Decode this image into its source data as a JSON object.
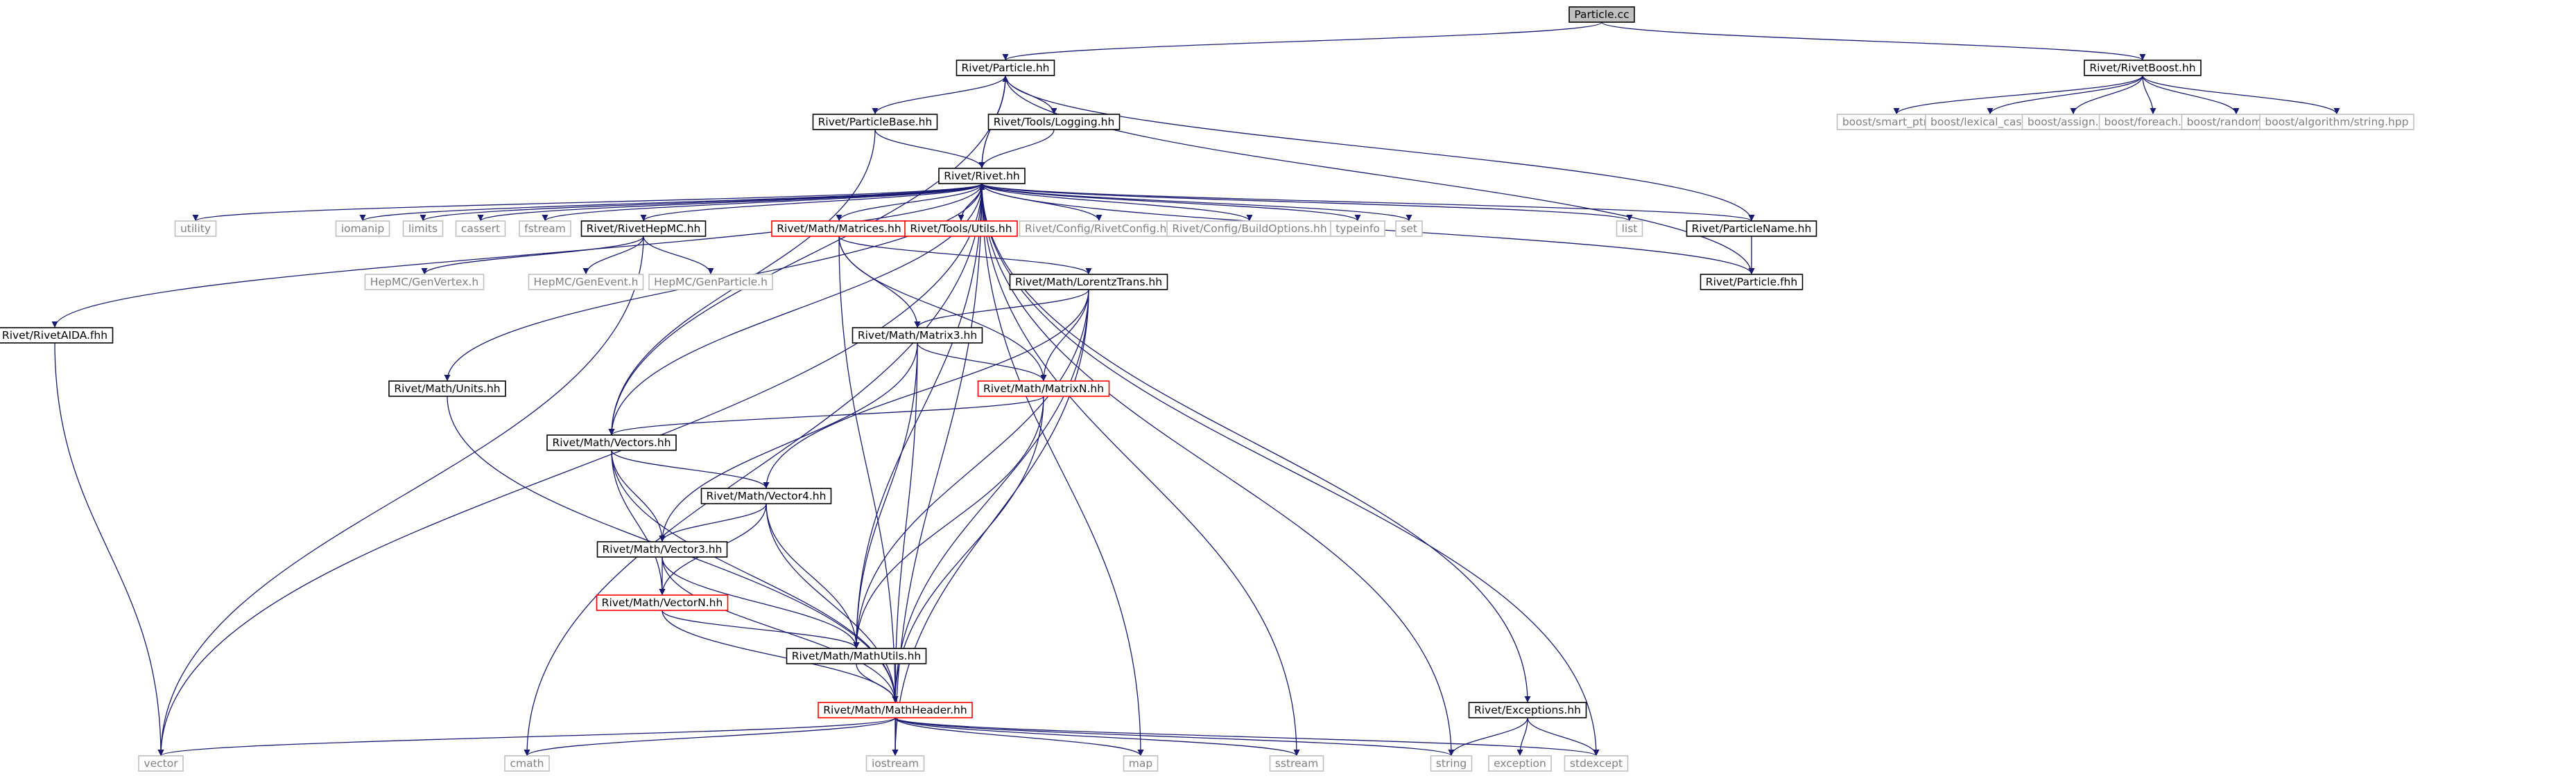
{
  "colors": {
    "edge": "#191970",
    "box_border": "#000000",
    "red_border": "#ff0000",
    "faded_border": "#c0c0c0",
    "root_fill": "#bfbfbf",
    "text": "#000000",
    "faded_text": "#7f7f7f"
  },
  "nodes": [
    {
      "id": "particle_cc",
      "label": "Particle.cc",
      "style": "root"
    },
    {
      "id": "particle_hh",
      "label": "Rivet/Particle.hh",
      "style": "box"
    },
    {
      "id": "rivetboost",
      "label": "Rivet/RivetBoost.hh",
      "style": "box"
    },
    {
      "id": "smart_ptr",
      "label": "boost/smart_ptr.hpp",
      "style": "faded"
    },
    {
      "id": "lexical_cast",
      "label": "boost/lexical_cast.hpp",
      "style": "faded"
    },
    {
      "id": "assign",
      "label": "boost/assign.hpp",
      "style": "faded"
    },
    {
      "id": "foreach",
      "label": "boost/foreach.hpp",
      "style": "faded"
    },
    {
      "id": "random",
      "label": "boost/random.hpp",
      "style": "faded"
    },
    {
      "id": "alg_string",
      "label": "boost/algorithm/string.hpp",
      "style": "faded"
    },
    {
      "id": "particlebase",
      "label": "Rivet/ParticleBase.hh",
      "style": "box"
    },
    {
      "id": "logging",
      "label": "Rivet/Tools/Logging.hh",
      "style": "box"
    },
    {
      "id": "rivet_hh",
      "label": "Rivet/Rivet.hh",
      "style": "box"
    },
    {
      "id": "utility",
      "label": "utility",
      "style": "faded"
    },
    {
      "id": "iomanip",
      "label": "iomanip",
      "style": "faded"
    },
    {
      "id": "limits",
      "label": "limits",
      "style": "faded"
    },
    {
      "id": "cassert",
      "label": "cassert",
      "style": "faded"
    },
    {
      "id": "fstream",
      "label": "fstream",
      "style": "faded"
    },
    {
      "id": "rivethepmc",
      "label": "Rivet/RivetHepMC.hh",
      "style": "box"
    },
    {
      "id": "matrices",
      "label": "Rivet/Math/Matrices.hh",
      "style": "red"
    },
    {
      "id": "utils",
      "label": "Rivet/Tools/Utils.hh",
      "style": "red"
    },
    {
      "id": "rivetconfig",
      "label": "Rivet/Config/RivetConfig.hh",
      "style": "faded"
    },
    {
      "id": "buildoptions",
      "label": "Rivet/Config/BuildOptions.hh",
      "style": "faded"
    },
    {
      "id": "typeinfo",
      "label": "typeinfo",
      "style": "faded"
    },
    {
      "id": "set",
      "label": "set",
      "style": "faded"
    },
    {
      "id": "list",
      "label": "list",
      "style": "faded"
    },
    {
      "id": "particlename",
      "label": "Rivet/ParticleName.hh",
      "style": "box"
    },
    {
      "id": "particle_fhh",
      "label": "Rivet/Particle.fhh",
      "style": "box"
    },
    {
      "id": "genvertex",
      "label": "HepMC/GenVertex.h",
      "style": "faded"
    },
    {
      "id": "genevent",
      "label": "HepMC/GenEvent.h",
      "style": "faded"
    },
    {
      "id": "genparticle",
      "label": "HepMC/GenParticle.h",
      "style": "faded"
    },
    {
      "id": "lorentz",
      "label": "Rivet/Math/LorentzTrans.hh",
      "style": "box"
    },
    {
      "id": "rivetaida",
      "label": "Rivet/RivetAIDA.fhh",
      "style": "box"
    },
    {
      "id": "matrix3",
      "label": "Rivet/Math/Matrix3.hh",
      "style": "box"
    },
    {
      "id": "units",
      "label": "Rivet/Math/Units.hh",
      "style": "box"
    },
    {
      "id": "matrixn",
      "label": "Rivet/Math/MatrixN.hh",
      "style": "red"
    },
    {
      "id": "vectors",
      "label": "Rivet/Math/Vectors.hh",
      "style": "box"
    },
    {
      "id": "vector4",
      "label": "Rivet/Math/Vector4.hh",
      "style": "box"
    },
    {
      "id": "vector3",
      "label": "Rivet/Math/Vector3.hh",
      "style": "box"
    },
    {
      "id": "vectorn",
      "label": "Rivet/Math/VectorN.hh",
      "style": "red"
    },
    {
      "id": "mathutils",
      "label": "Rivet/Math/MathUtils.hh",
      "style": "box"
    },
    {
      "id": "exceptions",
      "label": "Rivet/Exceptions.hh",
      "style": "box"
    },
    {
      "id": "mathheader",
      "label": "Rivet/Math/MathHeader.hh",
      "style": "red"
    },
    {
      "id": "vector",
      "label": "vector",
      "style": "faded"
    },
    {
      "id": "cmath",
      "label": "cmath",
      "style": "faded"
    },
    {
      "id": "iostream",
      "label": "iostream",
      "style": "faded"
    },
    {
      "id": "map",
      "label": "map",
      "style": "faded"
    },
    {
      "id": "sstream",
      "label": "sstream",
      "style": "faded"
    },
    {
      "id": "string",
      "label": "string",
      "style": "faded"
    },
    {
      "id": "exception",
      "label": "exception",
      "style": "faded"
    },
    {
      "id": "stdexcept",
      "label": "stdexcept",
      "style": "faded"
    }
  ],
  "edges": [
    [
      "particle_cc",
      "particle_hh"
    ],
    [
      "particle_cc",
      "rivetboost"
    ],
    [
      "rivetboost",
      "smart_ptr"
    ],
    [
      "rivetboost",
      "lexical_cast"
    ],
    [
      "rivetboost",
      "assign"
    ],
    [
      "rivetboost",
      "foreach"
    ],
    [
      "rivetboost",
      "random"
    ],
    [
      "rivetboost",
      "alg_string"
    ],
    [
      "particle_hh",
      "particlebase"
    ],
    [
      "particle_hh",
      "logging"
    ],
    [
      "particle_hh",
      "rivet_hh"
    ],
    [
      "particle_hh",
      "particlename"
    ],
    [
      "particle_hh",
      "particle_fhh"
    ],
    [
      "particle_hh",
      "vectors"
    ],
    [
      "particlebase",
      "rivet_hh"
    ],
    [
      "particlebase",
      "vectors"
    ],
    [
      "logging",
      "rivet_hh"
    ],
    [
      "rivet_hh",
      "particle_hh"
    ],
    [
      "rivet_hh",
      "utility"
    ],
    [
      "rivet_hh",
      "iomanip"
    ],
    [
      "rivet_hh",
      "limits"
    ],
    [
      "rivet_hh",
      "cassert"
    ],
    [
      "rivet_hh",
      "fstream"
    ],
    [
      "rivet_hh",
      "rivethepmc"
    ],
    [
      "rivet_hh",
      "matrices"
    ],
    [
      "rivet_hh",
      "utils"
    ],
    [
      "rivet_hh",
      "rivetconfig"
    ],
    [
      "rivet_hh",
      "buildoptions"
    ],
    [
      "rivet_hh",
      "typeinfo"
    ],
    [
      "rivet_hh",
      "set"
    ],
    [
      "rivet_hh",
      "list"
    ],
    [
      "rivet_hh",
      "particlename"
    ],
    [
      "rivet_hh",
      "particle_fhh"
    ],
    [
      "rivet_hh",
      "rivetaida"
    ],
    [
      "rivet_hh",
      "units"
    ],
    [
      "rivet_hh",
      "vectors"
    ],
    [
      "rivet_hh",
      "mathutils"
    ],
    [
      "rivet_hh",
      "exceptions"
    ],
    [
      "rivet_hh",
      "vector"
    ],
    [
      "rivet_hh",
      "cmath"
    ],
    [
      "rivet_hh",
      "iostream"
    ],
    [
      "rivet_hh",
      "map"
    ],
    [
      "rivet_hh",
      "sstream"
    ],
    [
      "rivet_hh",
      "string"
    ],
    [
      "rivet_hh",
      "stdexcept"
    ],
    [
      "utils",
      "rivet_hh"
    ],
    [
      "rivethepmc",
      "genvertex"
    ],
    [
      "rivethepmc",
      "genevent"
    ],
    [
      "rivethepmc",
      "genparticle"
    ],
    [
      "rivethepmc",
      "vector"
    ],
    [
      "matrices",
      "lorentz"
    ],
    [
      "matrices",
      "matrix3"
    ],
    [
      "matrices",
      "matrixn"
    ],
    [
      "matrices",
      "mathheader"
    ],
    [
      "particlename",
      "particle_fhh"
    ],
    [
      "rivetaida",
      "vector"
    ],
    [
      "lorentz",
      "matrix3"
    ],
    [
      "lorentz",
      "matrixn"
    ],
    [
      "lorentz",
      "vector4"
    ],
    [
      "lorentz",
      "mathutils"
    ],
    [
      "lorentz",
      "mathheader"
    ],
    [
      "lorentz",
      "iostream"
    ],
    [
      "matrix3",
      "matrixn"
    ],
    [
      "matrix3",
      "vector3"
    ],
    [
      "matrix3",
      "mathutils"
    ],
    [
      "matrix3",
      "mathheader"
    ],
    [
      "matrixn",
      "vectors"
    ],
    [
      "matrixn",
      "mathutils"
    ],
    [
      "matrixn",
      "mathheader"
    ],
    [
      "units",
      "mathheader"
    ],
    [
      "vectors",
      "vector4"
    ],
    [
      "vectors",
      "vector3"
    ],
    [
      "vectors",
      "vectorn"
    ],
    [
      "vectors",
      "mathheader"
    ],
    [
      "vector4",
      "vector3"
    ],
    [
      "vector4",
      "vectorn"
    ],
    [
      "vector4",
      "mathutils"
    ],
    [
      "vector4",
      "mathheader"
    ],
    [
      "vector3",
      "vectorn"
    ],
    [
      "vector3",
      "mathutils"
    ],
    [
      "vector3",
      "mathheader"
    ],
    [
      "vectorn",
      "mathutils"
    ],
    [
      "vectorn",
      "mathheader"
    ],
    [
      "mathutils",
      "mathheader"
    ],
    [
      "exceptions",
      "string"
    ],
    [
      "exceptions",
      "exception"
    ],
    [
      "exceptions",
      "stdexcept"
    ],
    [
      "mathheader",
      "vector"
    ],
    [
      "mathheader",
      "cmath"
    ],
    [
      "mathheader",
      "iostream"
    ],
    [
      "mathheader",
      "map"
    ],
    [
      "mathheader",
      "sstream"
    ],
    [
      "mathheader",
      "string"
    ],
    [
      "mathheader",
      "stdexcept"
    ]
  ]
}
